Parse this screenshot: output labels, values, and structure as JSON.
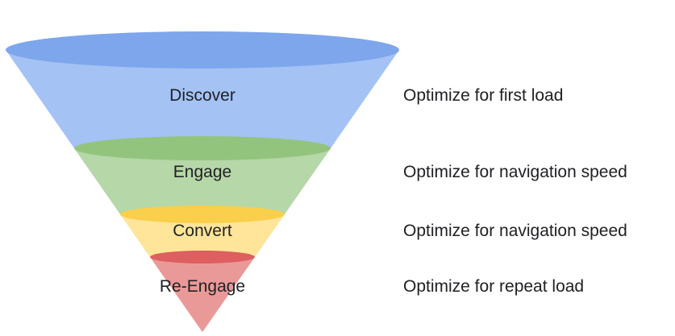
{
  "figure": {
    "background": "#ffffff",
    "text_color": "#202124",
    "stages": [
      {
        "label": "Discover",
        "annotation": "Optimize for first load",
        "body_color": "#a4c2f4",
        "top_color": "#7ea6ec"
      },
      {
        "label": "Engage",
        "annotation": "Optimize for navigation speed",
        "body_color": "#b6d7a8",
        "top_color": "#93c47d"
      },
      {
        "label": "Convert",
        "annotation": "Optimize for navigation speed",
        "body_color": "#ffe599",
        "top_color": "#f9cf4b"
      },
      {
        "label": "Re-Engage",
        "annotation": "Optimize for repeat load",
        "body_color": "#ea9999",
        "top_color": "#dd5f5f"
      }
    ]
  },
  "chart_data": {
    "type": "funnel",
    "categories": [
      "Discover",
      "Engage",
      "Convert",
      "Re-Engage"
    ],
    "annotations": [
      "Optimize for first load",
      "Optimize for navigation speed",
      "Optimize for navigation speed",
      "Optimize for repeat load"
    ],
    "title": "",
    "orientation": "inverted-cone",
    "legend_position": "none"
  }
}
